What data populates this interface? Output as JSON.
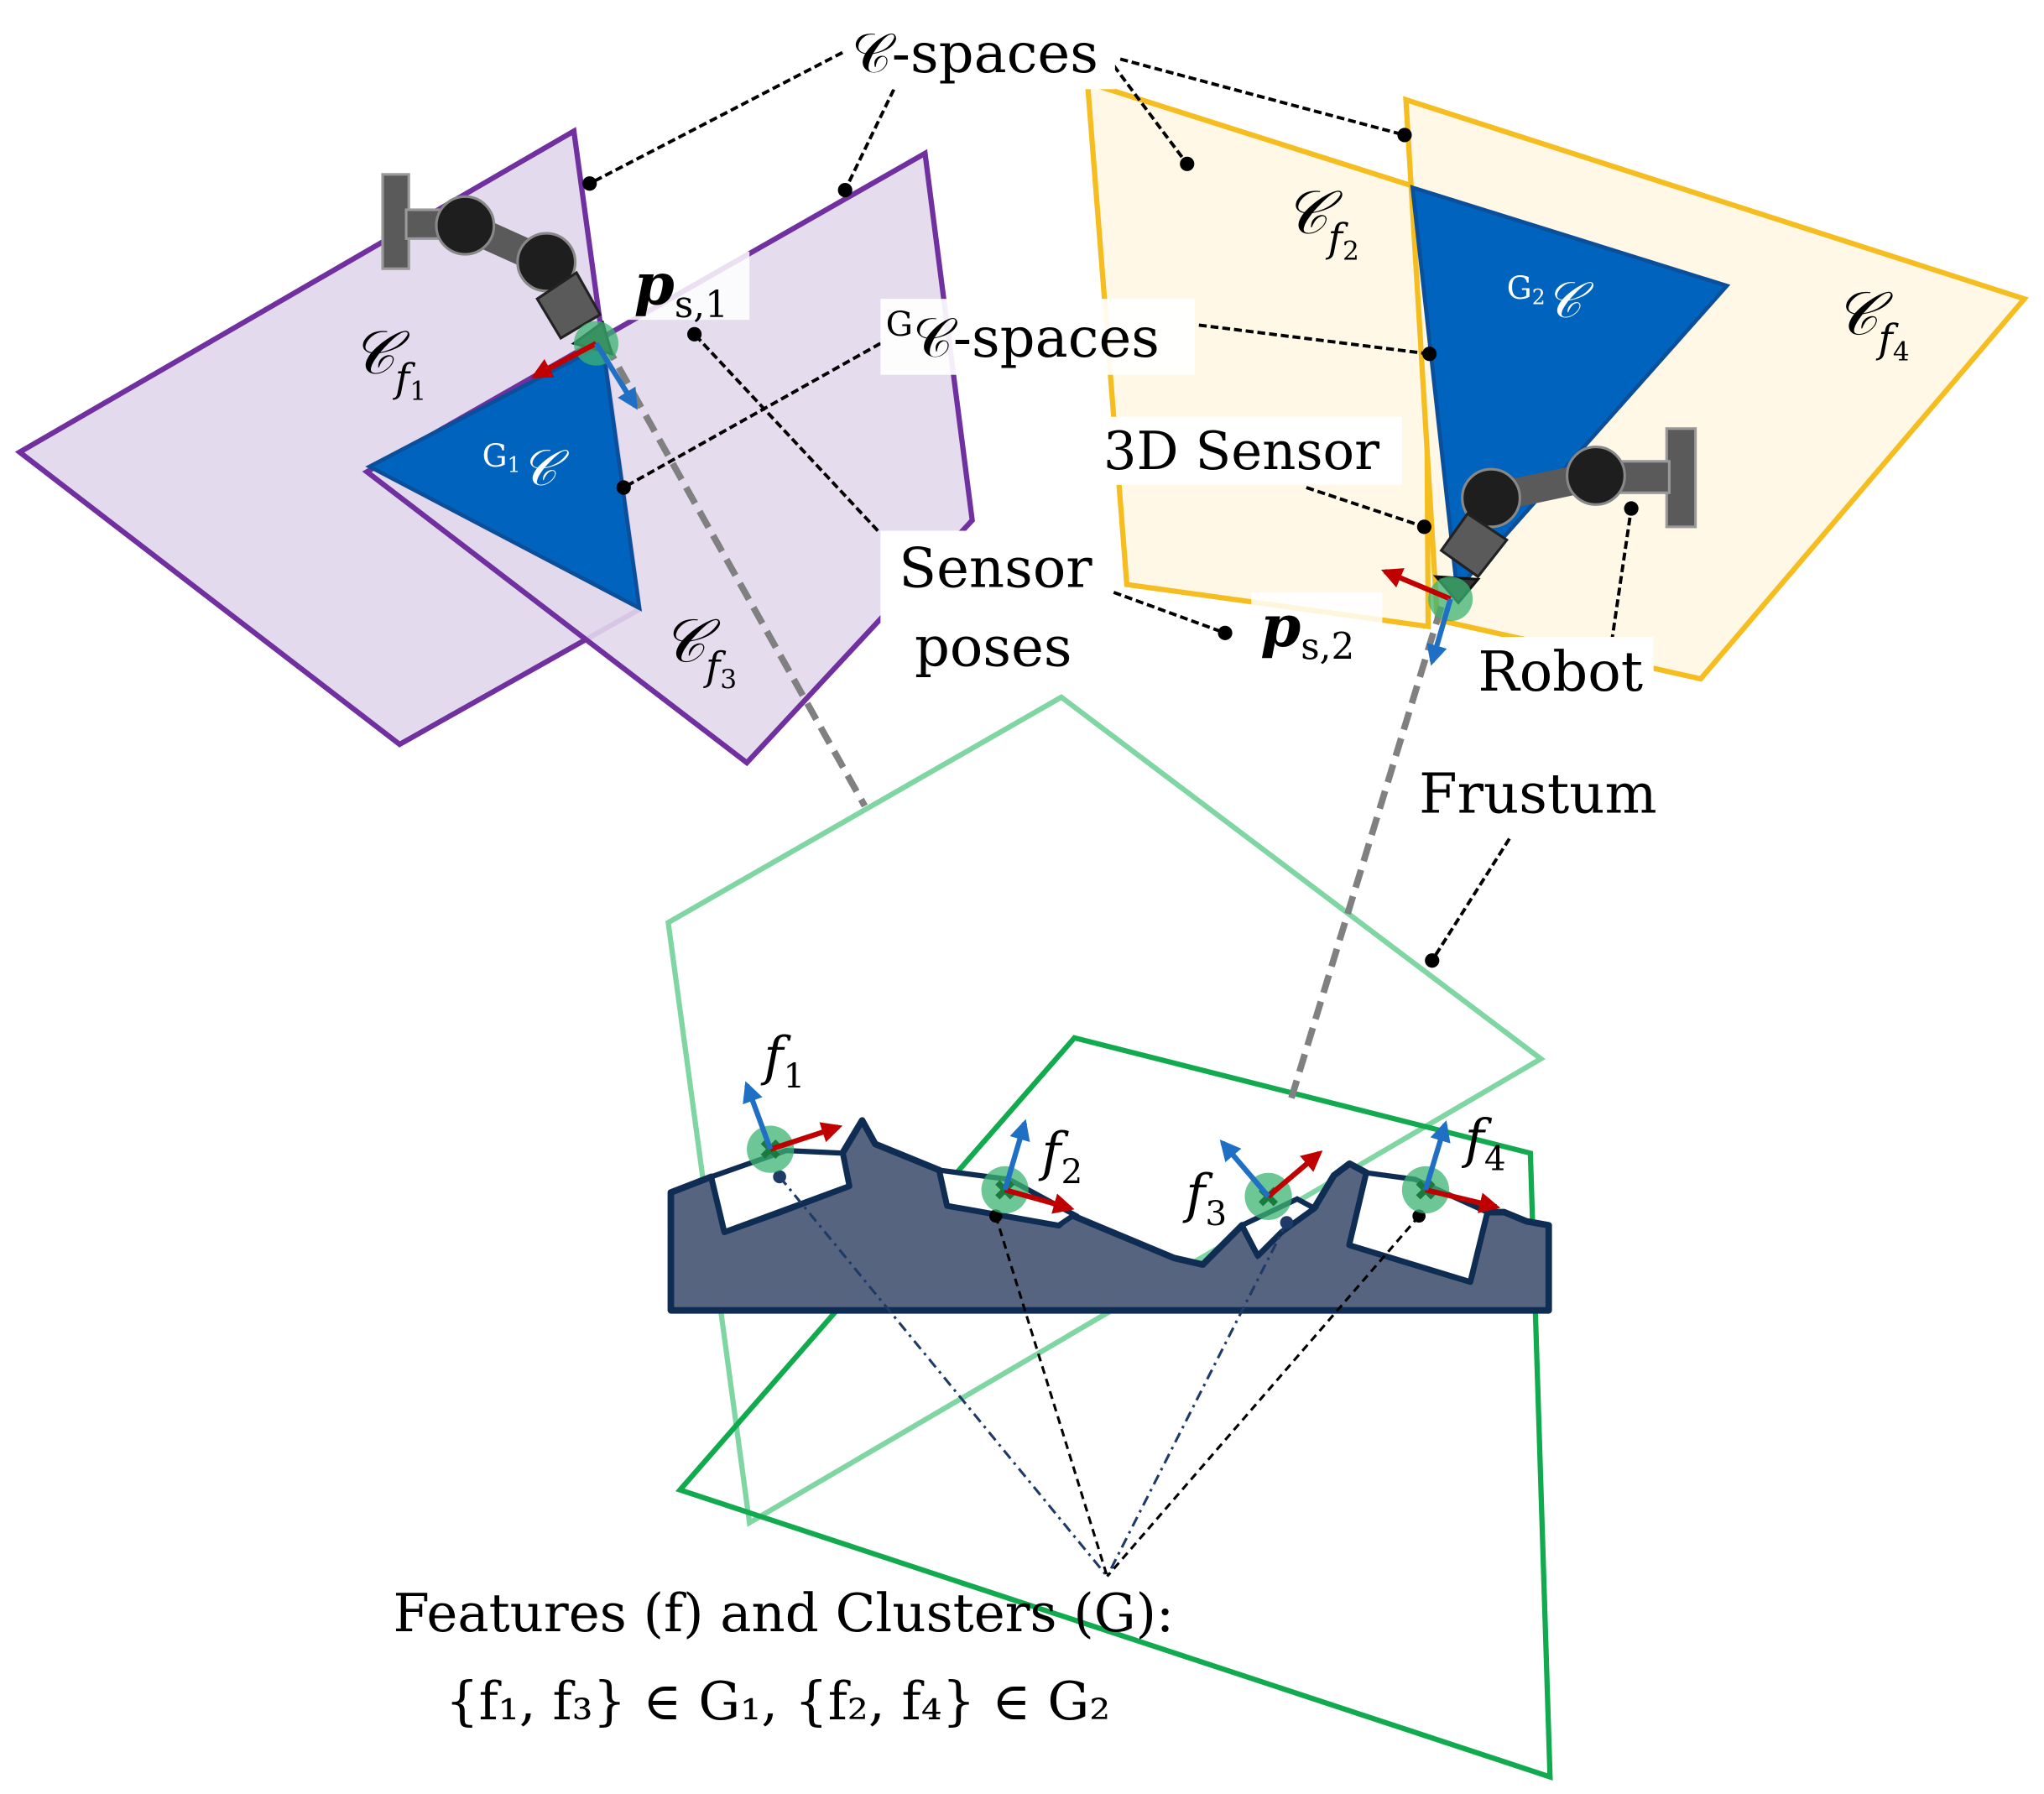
{
  "colors": {
    "purple_fill": "#e2d8ec",
    "purple_stroke": "#7030a0",
    "yellow_fill": "#fff8e6",
    "yellow_stroke": "#f5bd1f",
    "cluster_blue": "#0063be",
    "cluster_blue_edge": "#0b4f9a",
    "object_fill": "#56647f",
    "object_stroke": "#0f2d52",
    "frustum_light": "#7fd6a3",
    "frustum_dark": "#12aa4e",
    "axis_red": "#c00000",
    "axis_blue": "#1f6fc5",
    "feature_green": "#3cb371",
    "robot_dark": "#1e1e1e",
    "robot_grey": "#5a5a5a"
  },
  "labels": {
    "c_spaces": "𝒞-spaces",
    "gc_spaces_sup": "G",
    "gc_spaces": "𝒞-spaces",
    "sensor_poses_line1": "Sensor",
    "sensor_poses_line2": "poses",
    "sensor_3d": "3D Sensor",
    "robot": "Robot",
    "frustum": "Frustum",
    "features_clusters": "Features (f)   and Clusters (G):",
    "membership": "{f₁, f₃} ∈ G₁, {f₂, f₄} ∈ G₂"
  },
  "cspace_labels": {
    "cf1": {
      "base": "𝒞",
      "sub": "f",
      "subsub": "1"
    },
    "cf2": {
      "base": "𝒞",
      "sub": "f",
      "subsub": "2"
    },
    "cf3": {
      "base": "𝒞",
      "sub": "f",
      "subsub": "3"
    },
    "cf4": {
      "base": "𝒞",
      "sub": "f",
      "subsub": "4"
    }
  },
  "cluster_labels": {
    "g1": {
      "sup": "G",
      "supsub": "1",
      "base": "𝒞"
    },
    "g2": {
      "sup": "G",
      "supsub": "2",
      "base": "𝒞"
    }
  },
  "pose_labels": {
    "ps1": {
      "base": "p",
      "sub": "s,1"
    },
    "ps2": {
      "base": "p",
      "sub": "s,2"
    }
  },
  "feature_labels": {
    "f1": {
      "base": "f",
      "sub": "1"
    },
    "f2": {
      "base": "f",
      "sub": "2"
    },
    "f3": {
      "base": "f",
      "sub": "3"
    },
    "f4": {
      "base": "f",
      "sub": "4"
    }
  }
}
